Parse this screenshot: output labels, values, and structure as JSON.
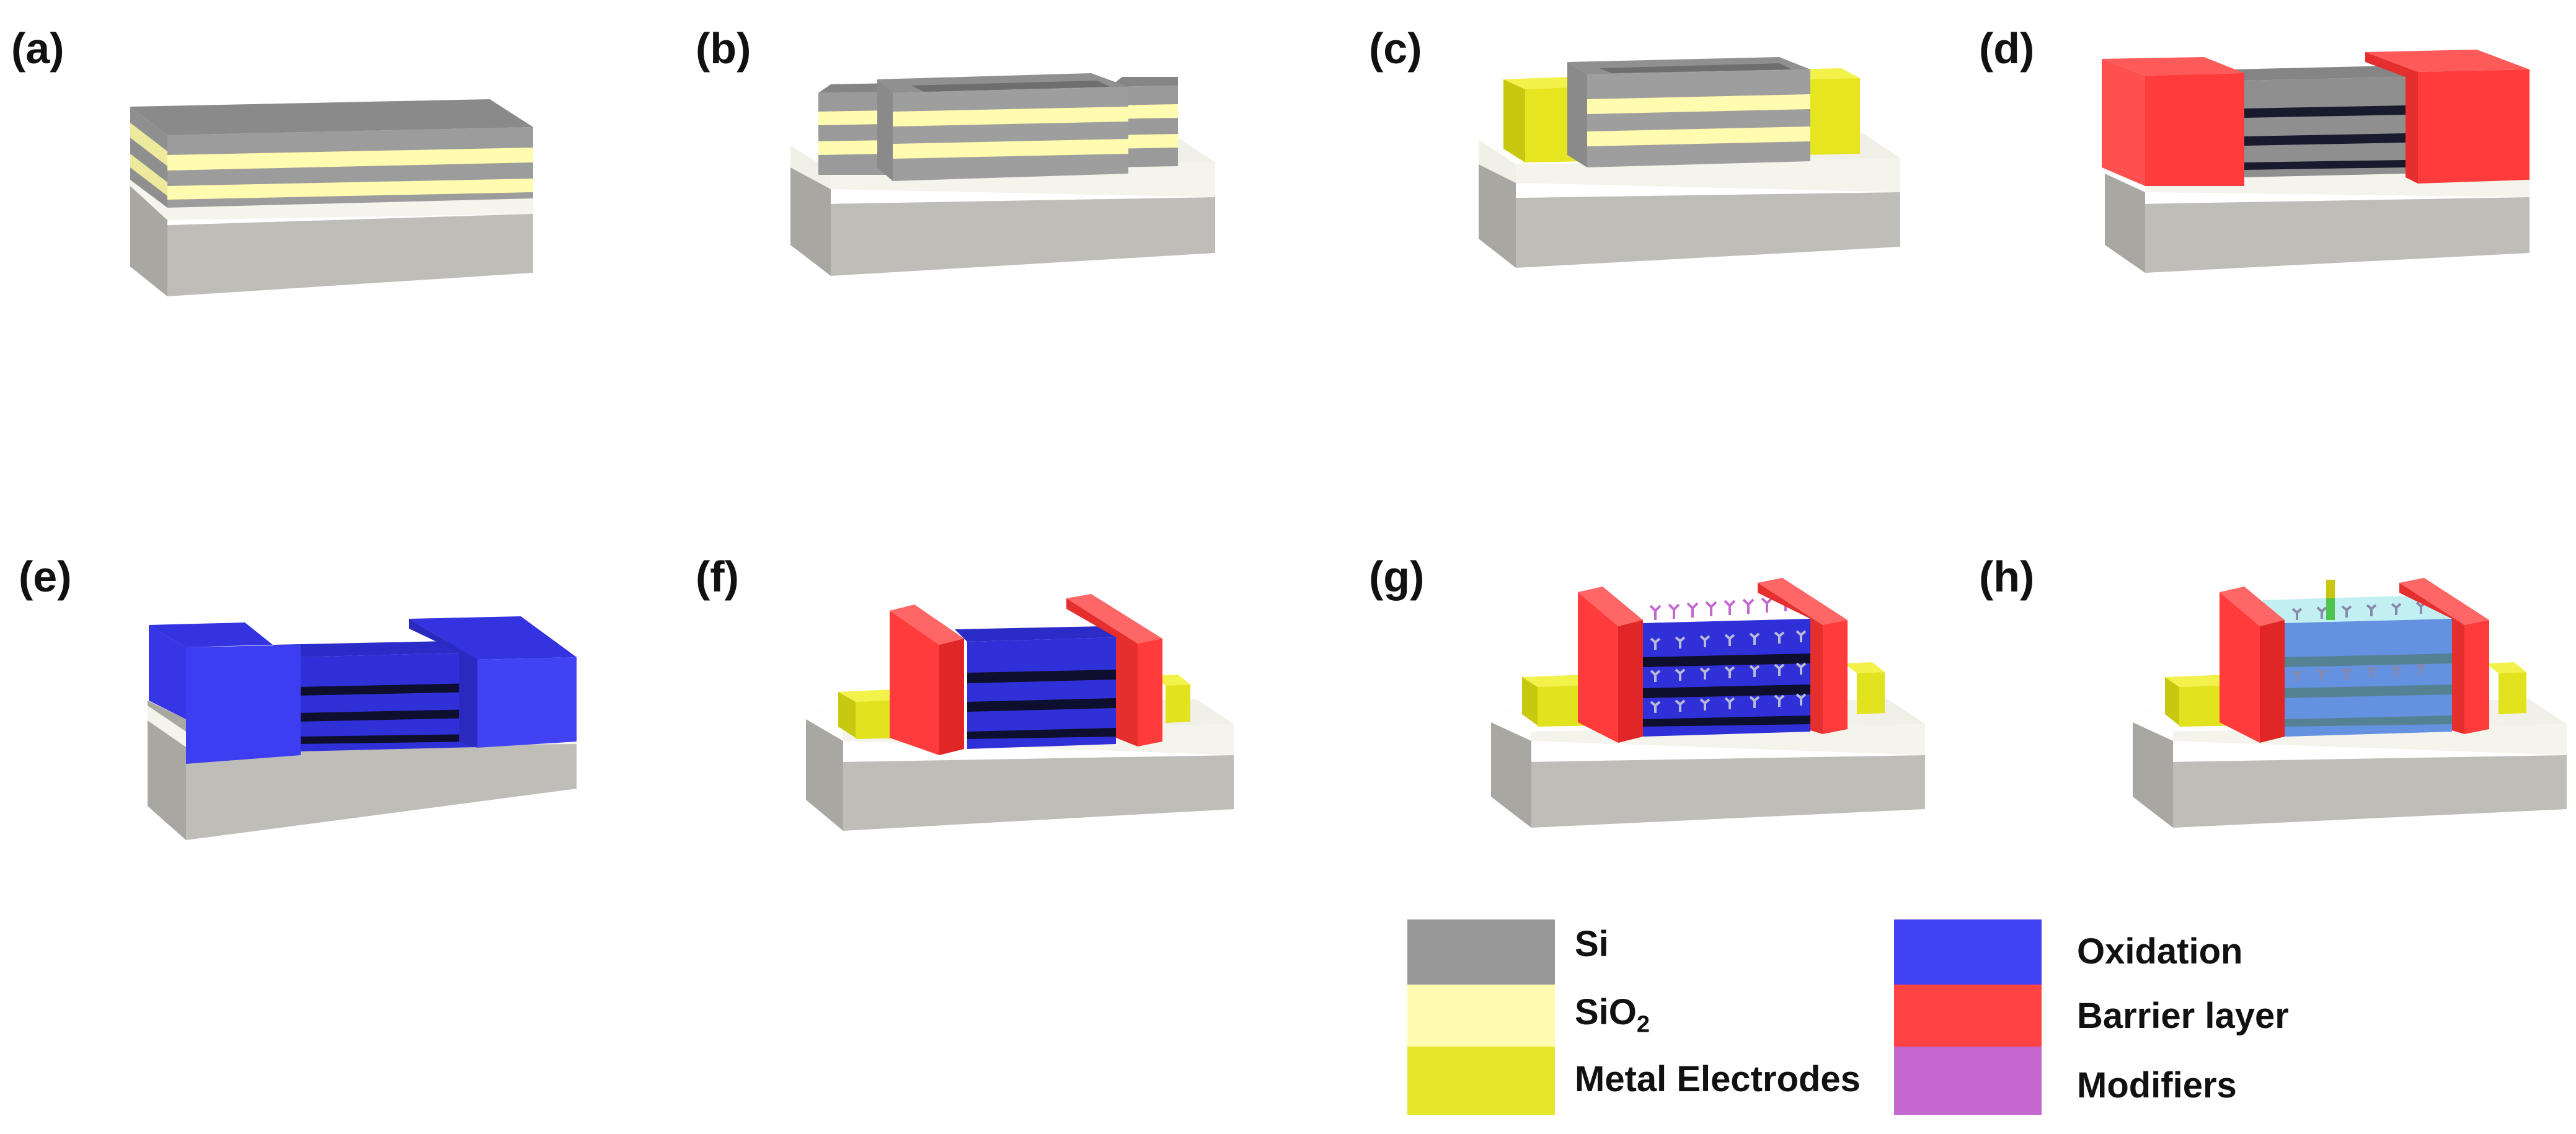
{
  "panels": [
    {
      "id": "a",
      "label": "(a)"
    },
    {
      "id": "b",
      "label": "(b)"
    },
    {
      "id": "c",
      "label": "(c)"
    },
    {
      "id": "d",
      "label": "(d)"
    },
    {
      "id": "e",
      "label": "(e)"
    },
    {
      "id": "f",
      "label": "(f)"
    },
    {
      "id": "g",
      "label": "(g)"
    },
    {
      "id": "h",
      "label": "(h)"
    }
  ],
  "legend": {
    "si": {
      "label": "Si",
      "color": "#999999"
    },
    "sio2": {
      "label_main": "SiO",
      "label_sub": "2",
      "color": "#FFFCB0"
    },
    "metal": {
      "label": "Metal Electrodes",
      "color": "#E6E62A"
    },
    "oxidation": {
      "label": "Oxidation",
      "color": "#4242F5"
    },
    "barrier": {
      "label": "Barrier layer",
      "color": "#FF4242"
    },
    "modifiers": {
      "label": "Modifiers",
      "color": "#C468CF"
    }
  },
  "colors": {
    "substrate": "#BEBCB6",
    "box_layer": "#F4F4EC",
    "electrode": "#E3E21E",
    "si": "#9A9A9A",
    "sio2": "#FFFCB0",
    "oxidation": "#3D3DF2",
    "barrier": "#FF3B3B",
    "gel": "#8FE1E8"
  }
}
